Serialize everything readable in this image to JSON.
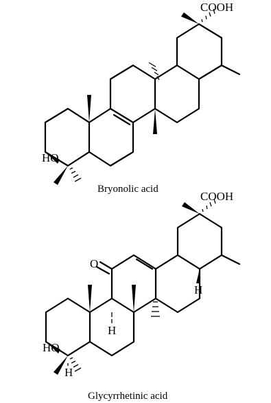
{
  "molecules": [
    {
      "name": "Bryonolic acid",
      "labels": {
        "acid": "COOH",
        "hydroxyl": "HO"
      }
    },
    {
      "name": "Glycyrrhetinic acid",
      "labels": {
        "acid": "COOH",
        "hydroxyl": "HO",
        "ketone": "O",
        "hydrogen": "H"
      }
    }
  ]
}
